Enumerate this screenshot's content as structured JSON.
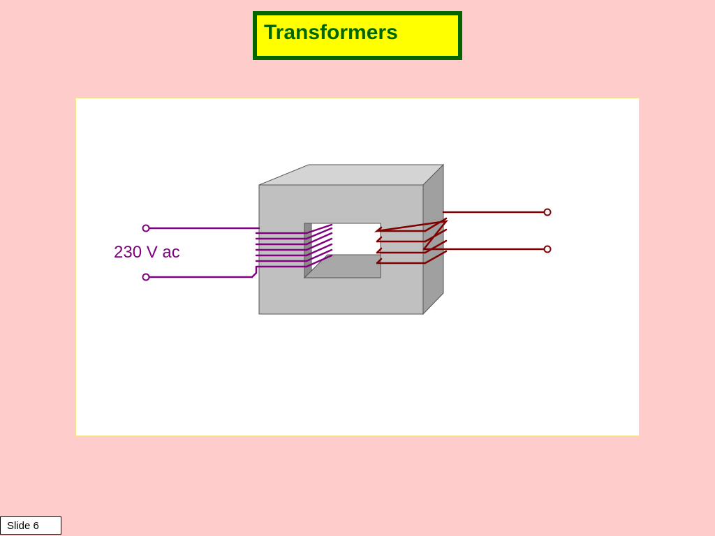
{
  "slide": {
    "title": "Transformers",
    "number_label": "Slide 6"
  },
  "diagram": {
    "primary_label": "230 V ac"
  },
  "colors": {
    "background": "#ffcccc",
    "title_fill": "#ffff00",
    "title_border": "#006600",
    "primary_winding": "#800080",
    "secondary_winding": "#800000",
    "core_front": "#c0c0c0",
    "core_top": "#d4d4d4",
    "core_side": "#a0a0a0"
  }
}
